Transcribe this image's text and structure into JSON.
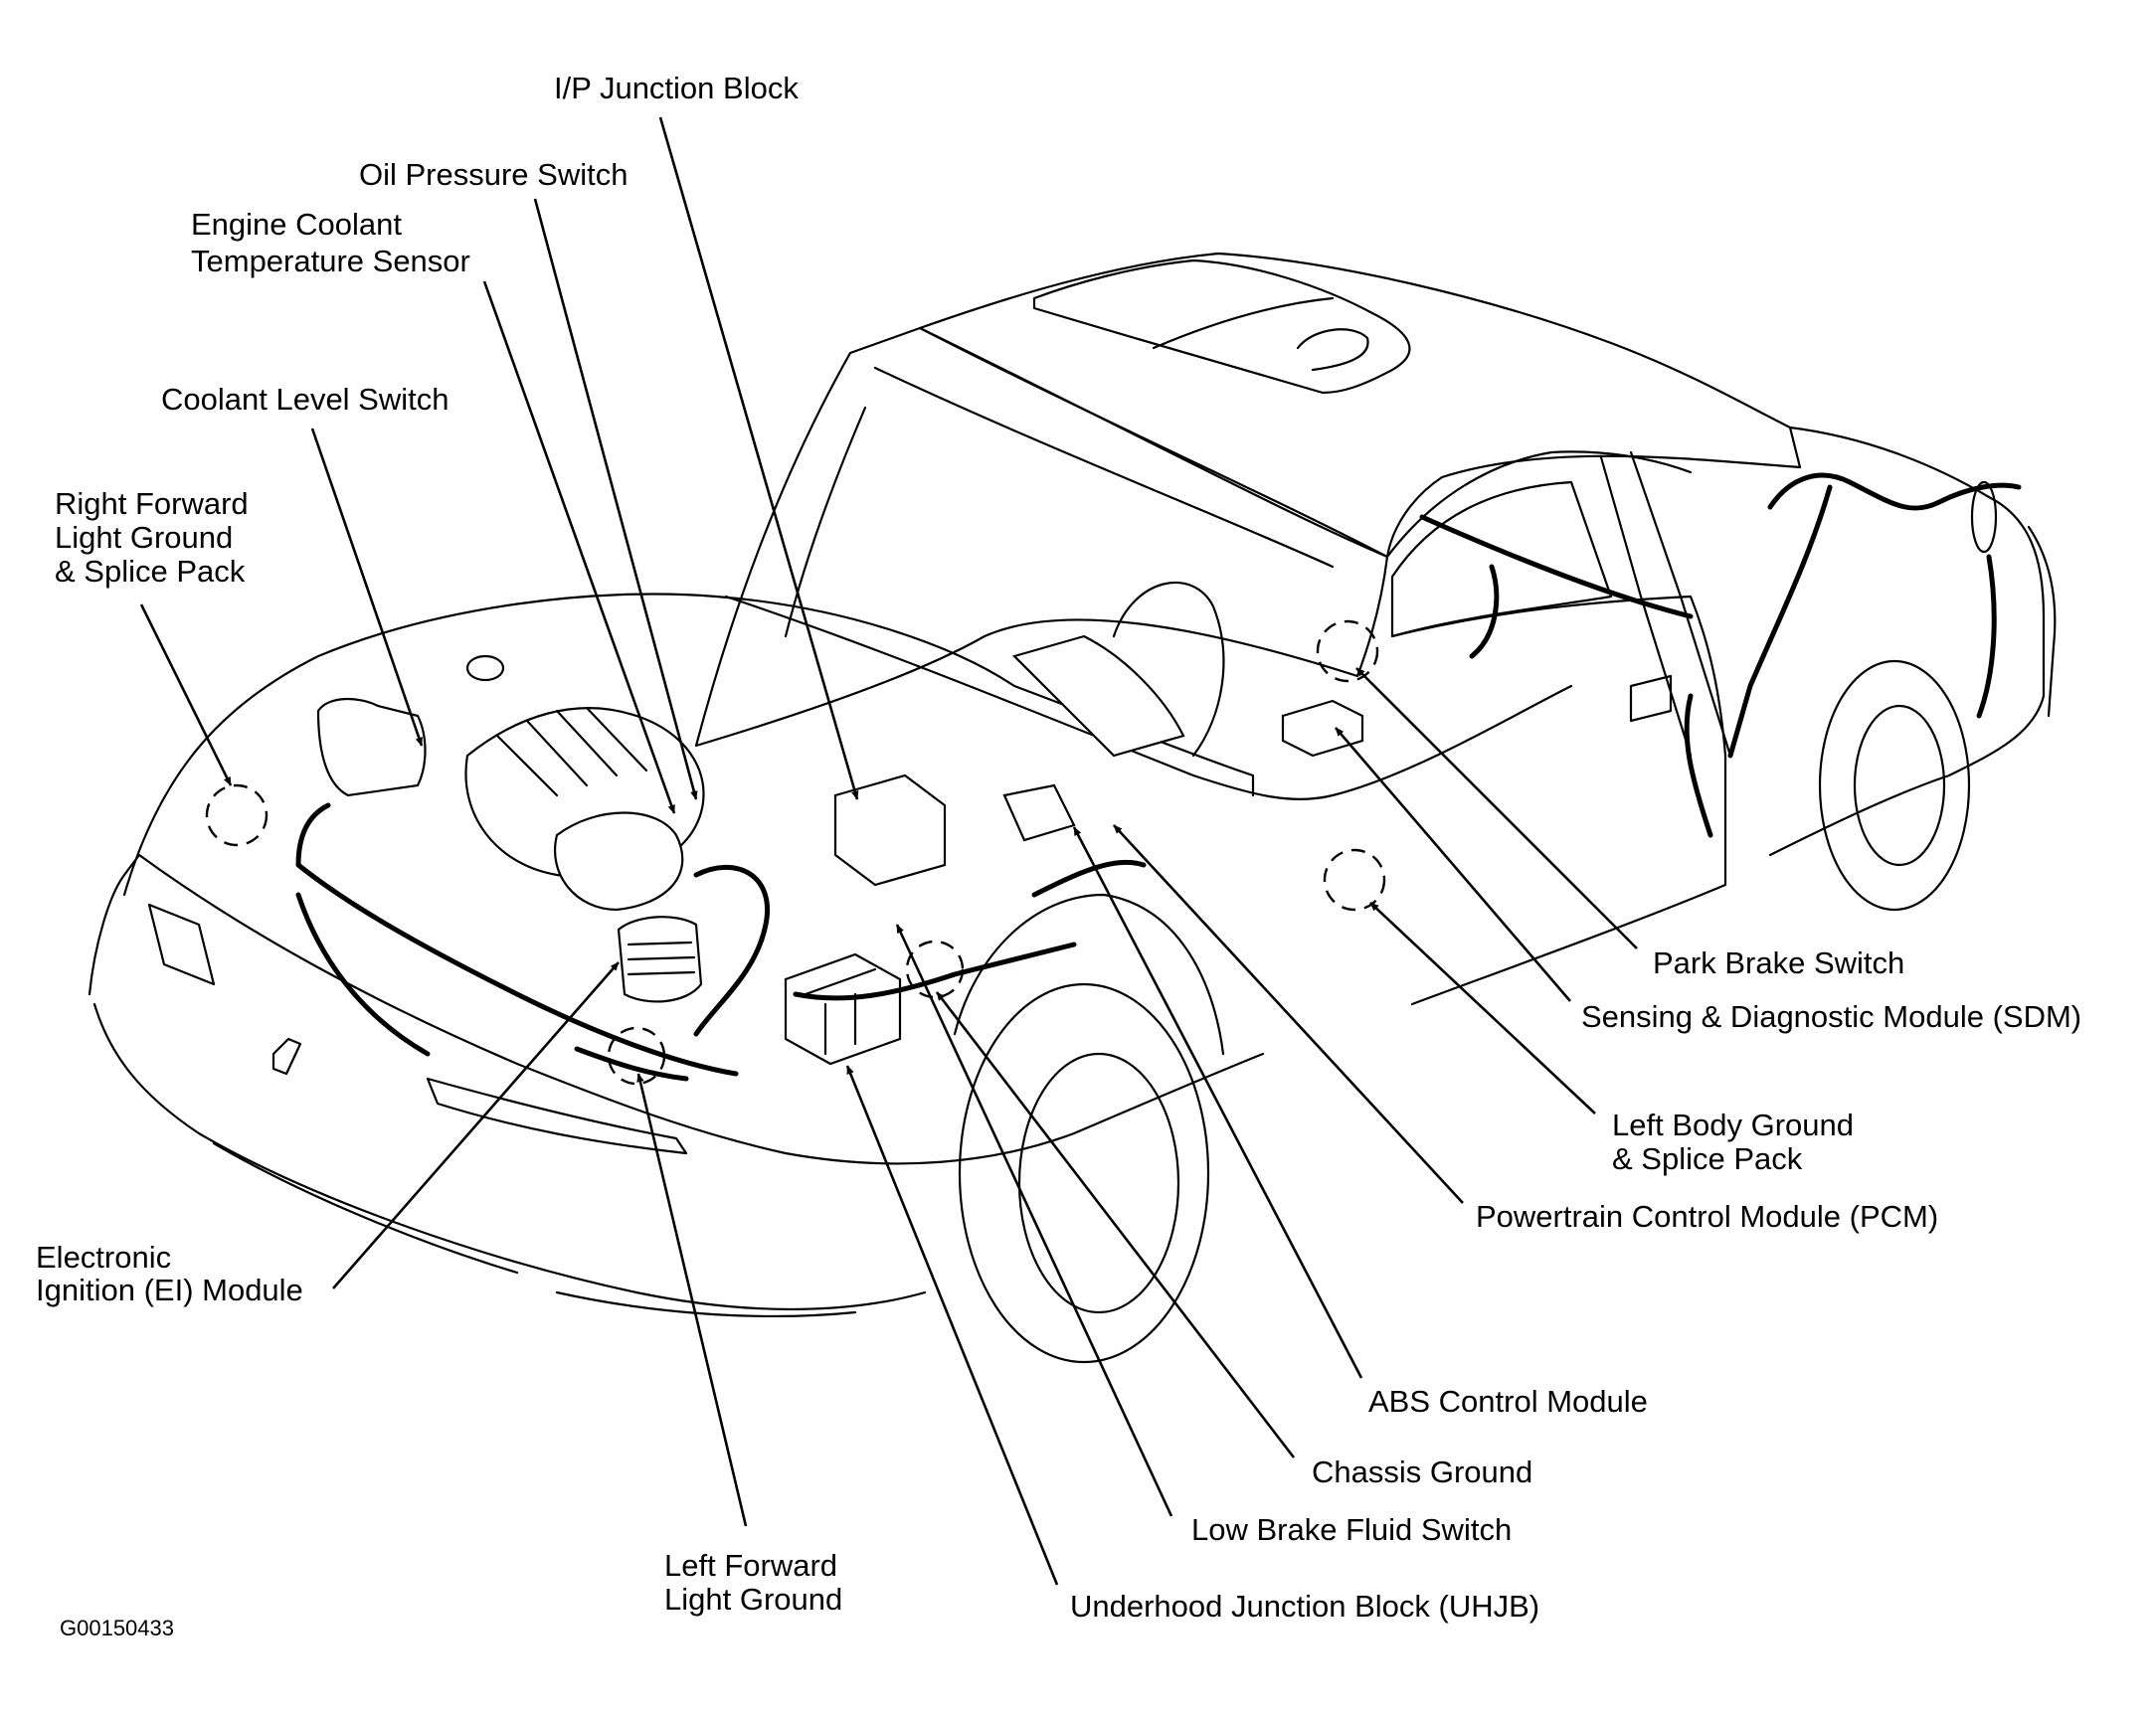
{
  "figure_id": "G00150433",
  "colors": {
    "line": "#000000",
    "background": "#ffffff"
  },
  "labels": [
    {
      "id": "ip-junction-block",
      "lines": [
        "I/P Junction Block"
      ]
    },
    {
      "id": "oil-pressure-switch",
      "lines": [
        "Oil Pressure Switch"
      ]
    },
    {
      "id": "engine-coolant-temperature-sensor",
      "lines": [
        "Engine Coolant",
        "Temperature Sensor"
      ]
    },
    {
      "id": "coolant-level-switch",
      "lines": [
        "Coolant Level Switch"
      ]
    },
    {
      "id": "right-forward-light-ground",
      "lines": [
        "Right Forward",
        "Light Ground",
        "& Splice Pack"
      ]
    },
    {
      "id": "electronic-ignition-module",
      "lines": [
        "Electronic",
        "Ignition (EI) Module"
      ]
    },
    {
      "id": "left-forward-light-ground",
      "lines": [
        "Left Forward",
        "Light Ground"
      ]
    },
    {
      "id": "underhood-junction-block",
      "lines": [
        "Underhood Junction Block (UHJB)"
      ]
    },
    {
      "id": "low-brake-fluid-switch",
      "lines": [
        "Low Brake Fluid Switch"
      ]
    },
    {
      "id": "chassis-ground",
      "lines": [
        "Chassis Ground"
      ]
    },
    {
      "id": "abs-control-module",
      "lines": [
        "ABS Control Module"
      ]
    },
    {
      "id": "powertrain-control-module",
      "lines": [
        "Powertrain Control Module (PCM)"
      ]
    },
    {
      "id": "left-body-ground",
      "lines": [
        "Left Body Ground",
        "& Splice Pack"
      ]
    },
    {
      "id": "sensing-diagnostic-module",
      "lines": [
        "Sensing & Diagnostic Module (SDM)"
      ]
    },
    {
      "id": "park-brake-switch",
      "lines": [
        "Park Brake Switch"
      ]
    }
  ]
}
